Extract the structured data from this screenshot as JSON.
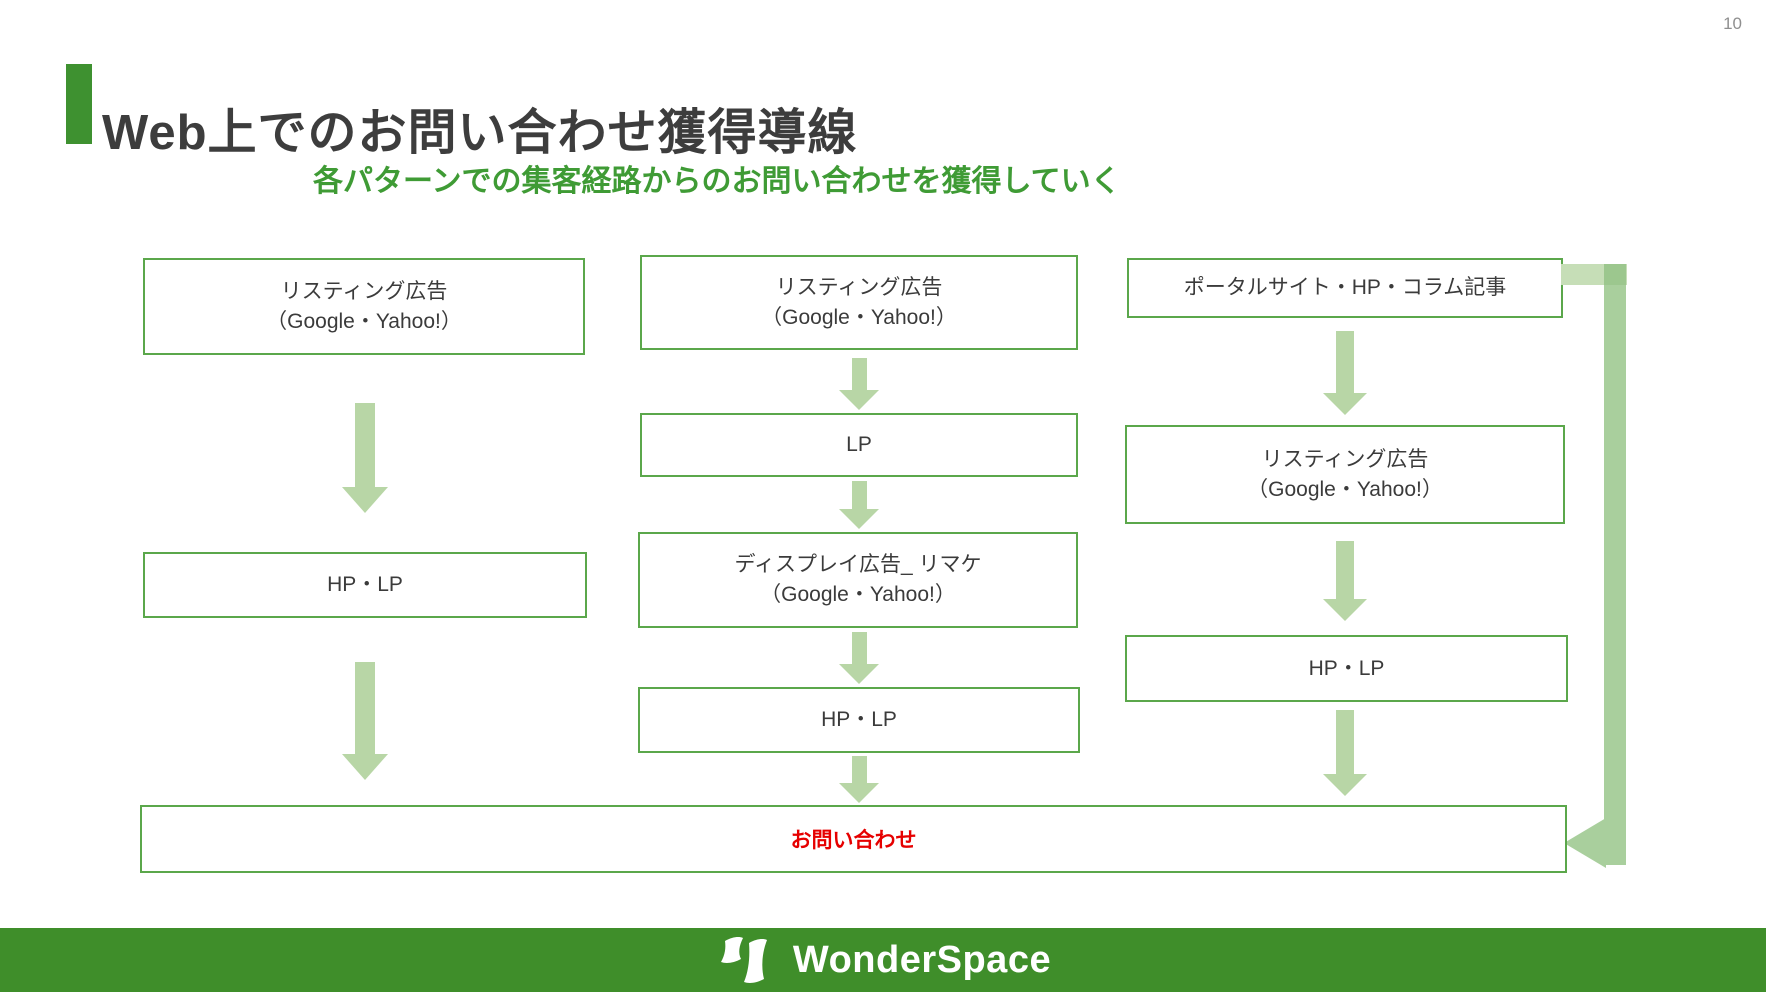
{
  "page_number": "10",
  "header": {
    "title": "Web上でのお問い合わせ獲得導線",
    "subtitle": "各パターンでの集客経路からのお問い合わせを獲得していく"
  },
  "diagram": {
    "col1": {
      "box1": "リスティング広告\n（Google・Yahoo!）",
      "box2": "HP・LP"
    },
    "col2": {
      "box1": "リスティング広告\n（Google・Yahoo!）",
      "box2": "LP",
      "box3": "ディスプレイ広告_ リマケ\n（Google・Yahoo!）",
      "box4": "HP・LP"
    },
    "col3": {
      "box1": "ポータルサイト・HP・コラム記事",
      "box2": "リスティング広告\n（Google・Yahoo!）",
      "box3": "HP・LP"
    },
    "result": "お問い合わせ"
  },
  "footer": {
    "brand": "WonderSpace"
  },
  "colors": {
    "accent_green": "#3f8e2a",
    "box_border_green": "#5ba74b",
    "subtitle_green": "#3f9b35",
    "arrow_green": "#b8d6a6",
    "result_red": "#e60000",
    "title_text": "#3d3d3d"
  }
}
